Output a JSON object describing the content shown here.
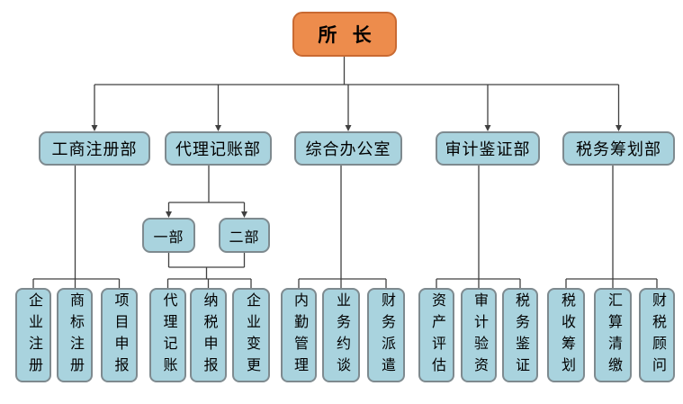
{
  "chart": {
    "type": "org-chart",
    "root": {
      "label": "所 长"
    },
    "departments": [
      {
        "label": "工商注册部",
        "children": [
          "企业注册",
          "商标注册",
          "项目申报"
        ]
      },
      {
        "label": "代理记账部",
        "sub": [
          "一部",
          "二部"
        ],
        "children": [
          "代理记账",
          "纳税申报",
          "企业变更"
        ]
      },
      {
        "label": "综合办公室",
        "children": [
          "内勤管理",
          "业务约谈",
          "财务派遣"
        ]
      },
      {
        "label": "审计鉴证部",
        "children": [
          "资产评估",
          "审计验资",
          "税务鉴证"
        ]
      },
      {
        "label": "税务筹划部",
        "children": [
          "税收筹划",
          "汇算清缴",
          "财税顾问"
        ]
      }
    ],
    "colors": {
      "root_fill": "#ED8C4C",
      "root_border": "#C96A32",
      "node_fill": "#A9D3DE",
      "node_border": "#7E8A8F",
      "line": "#404040"
    }
  }
}
